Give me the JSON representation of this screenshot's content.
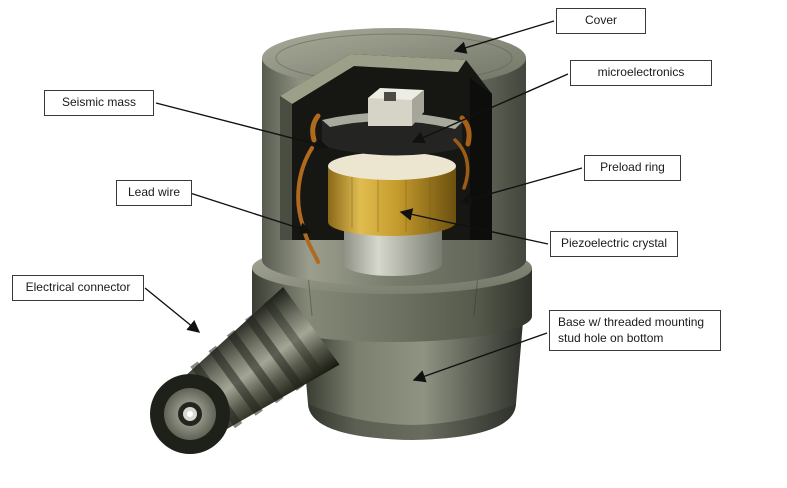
{
  "diagram": {
    "type": "annotated-cutaway-illustration",
    "labels": [
      {
        "id": "cover",
        "text": "Cover"
      },
      {
        "id": "microelectronics",
        "text": "microelectronics"
      },
      {
        "id": "seismic-mass",
        "text": "Seismic mass"
      },
      {
        "id": "preload-ring",
        "text": "Preload ring"
      },
      {
        "id": "lead-wire",
        "text": "Lead wire"
      },
      {
        "id": "piezoelectric-crystal",
        "text": "Piezoelectric crystal"
      },
      {
        "id": "electrical-connector",
        "text": "Electrical connector"
      },
      {
        "id": "base",
        "text": "Base w/ threaded mounting stud hole on bottom"
      }
    ]
  },
  "colors": {
    "background": "#ffffff",
    "label_border": "#3a3a3a",
    "arrow": "#111111",
    "body_metal": "#7d8172",
    "crystal_gold": "#c49a2c",
    "wire_copper": "#b06a20"
  }
}
